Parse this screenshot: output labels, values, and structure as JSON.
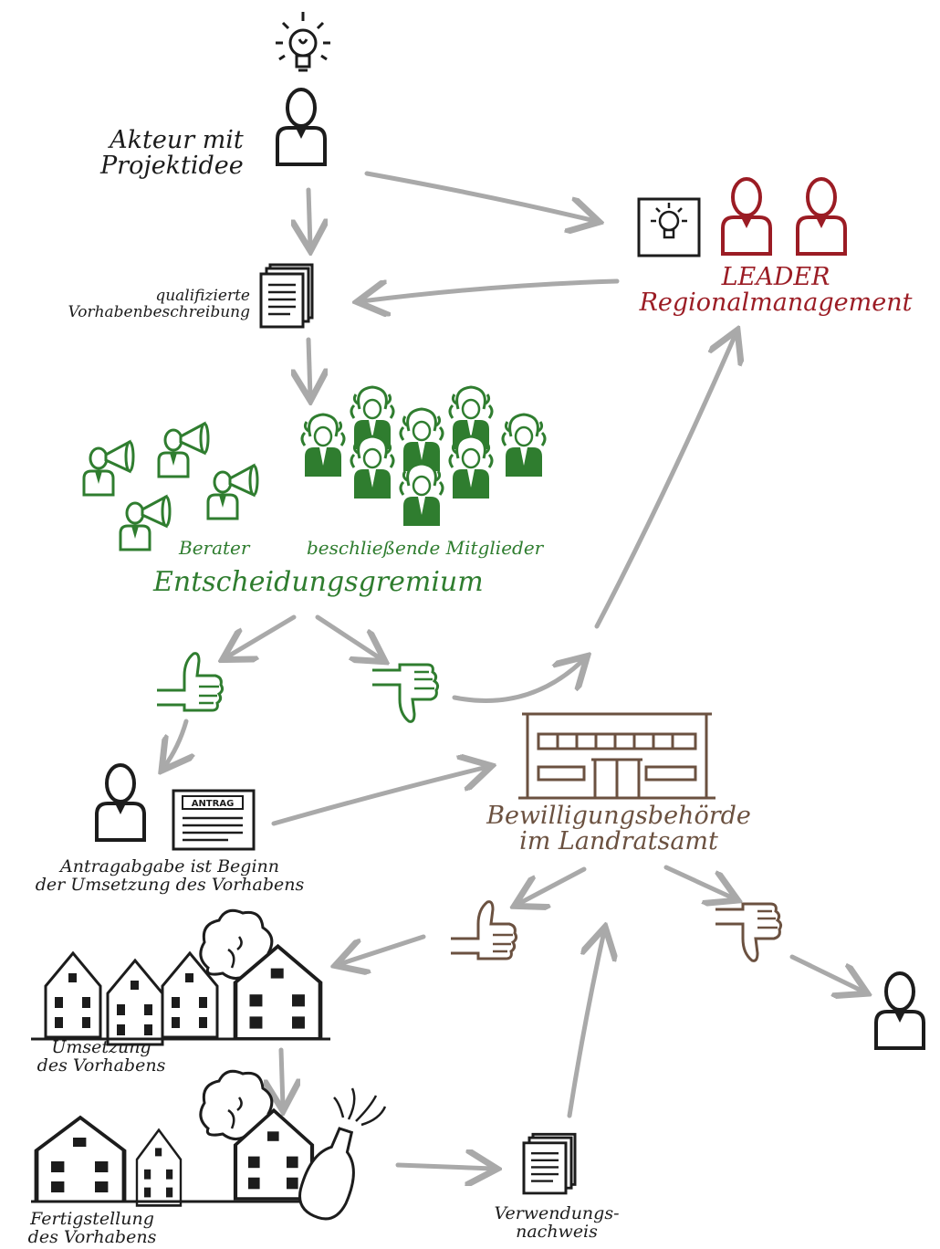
{
  "colors": {
    "ink": "#1c1c1c",
    "leader_red": "#9b1c24",
    "board_green": "#2f7d2f",
    "authority_brown": "#6b5140",
    "arrow_gray": "#a9a9a9"
  },
  "nodes": {
    "actor": {
      "line1": "Akteur mit",
      "line2": "Projektidee"
    },
    "description": {
      "line1": "qualifizierte",
      "line2": "Vorhabenbeschreibung"
    },
    "leader": {
      "line1": "LEADER",
      "line2": "Regionalmanagement"
    },
    "board": {
      "advisors": "Berater",
      "members": "beschließende Mitglieder",
      "title": "Entscheidungsgremium"
    },
    "application": {
      "form_label": "ANTRAG",
      "line1": "Antragabgabe ist Beginn",
      "line2": "der Umsetzung des Vorhabens"
    },
    "authority": {
      "line1": "Bewilligungsbehörde",
      "line2": "im Landratsamt"
    },
    "implementation": {
      "line1": "Umsetzung",
      "line2": "des Vorhabens"
    },
    "completion": {
      "line1": "Fertigstellung",
      "line2": "des Vorhabens"
    },
    "proof": {
      "line1": "Verwendungs-",
      "line2": "nachweis"
    }
  },
  "icons": [
    "lightbulb-icon",
    "person-icon",
    "document-stack-icon",
    "megaphone-advisor-icon",
    "board-member-icon",
    "thumbs-up-icon",
    "thumbs-down-icon",
    "building-icon",
    "house-icon",
    "tree-icon",
    "champagne-bottle-icon"
  ]
}
